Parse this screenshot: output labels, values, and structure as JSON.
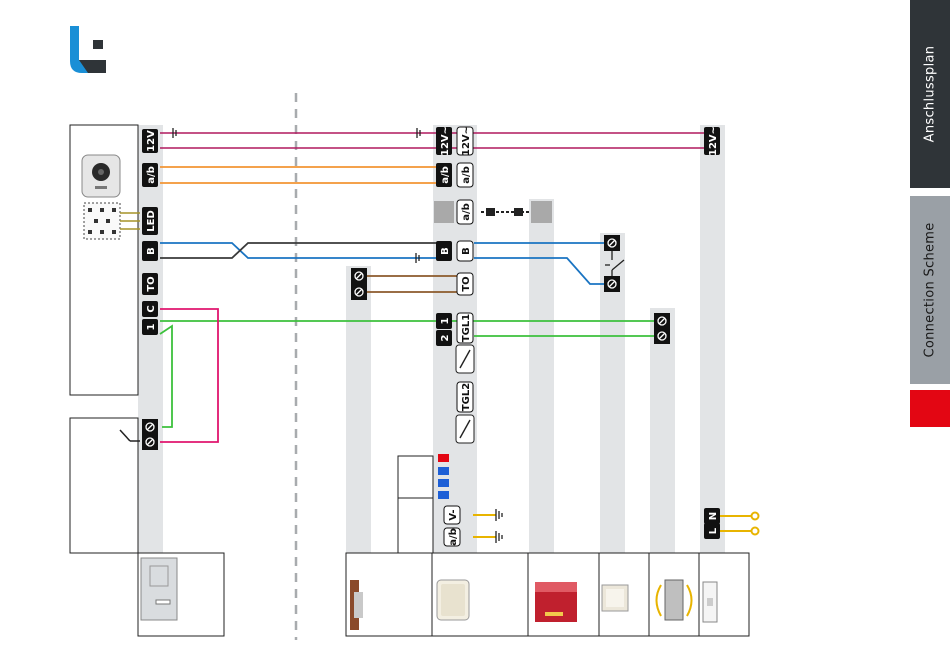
{
  "tabs": {
    "primary": "Anschlussplan",
    "secondary": "Connection Scheme"
  },
  "terminals": {
    "v12": "12V",
    "v12ac": "12V~",
    "ab": "a/b",
    "led": "LED",
    "b": "B",
    "to": "TO",
    "c": "C",
    "one": "1",
    "two": "2",
    "tgl1": "TGL1",
    "tgl2": "TGL2",
    "vminus": "V-",
    "n": "N",
    "l": "L"
  },
  "colors": {
    "power": "#b0195e",
    "ab": "#f29433",
    "bus": "#1a74c2",
    "bus2": "#3a3a3a",
    "door": "#8b5a2b",
    "call": "#3cc13c",
    "call2": "#e0156e",
    "mains": "#e8b400",
    "rail": "#e2e4e6",
    "accent": "#e30613"
  }
}
